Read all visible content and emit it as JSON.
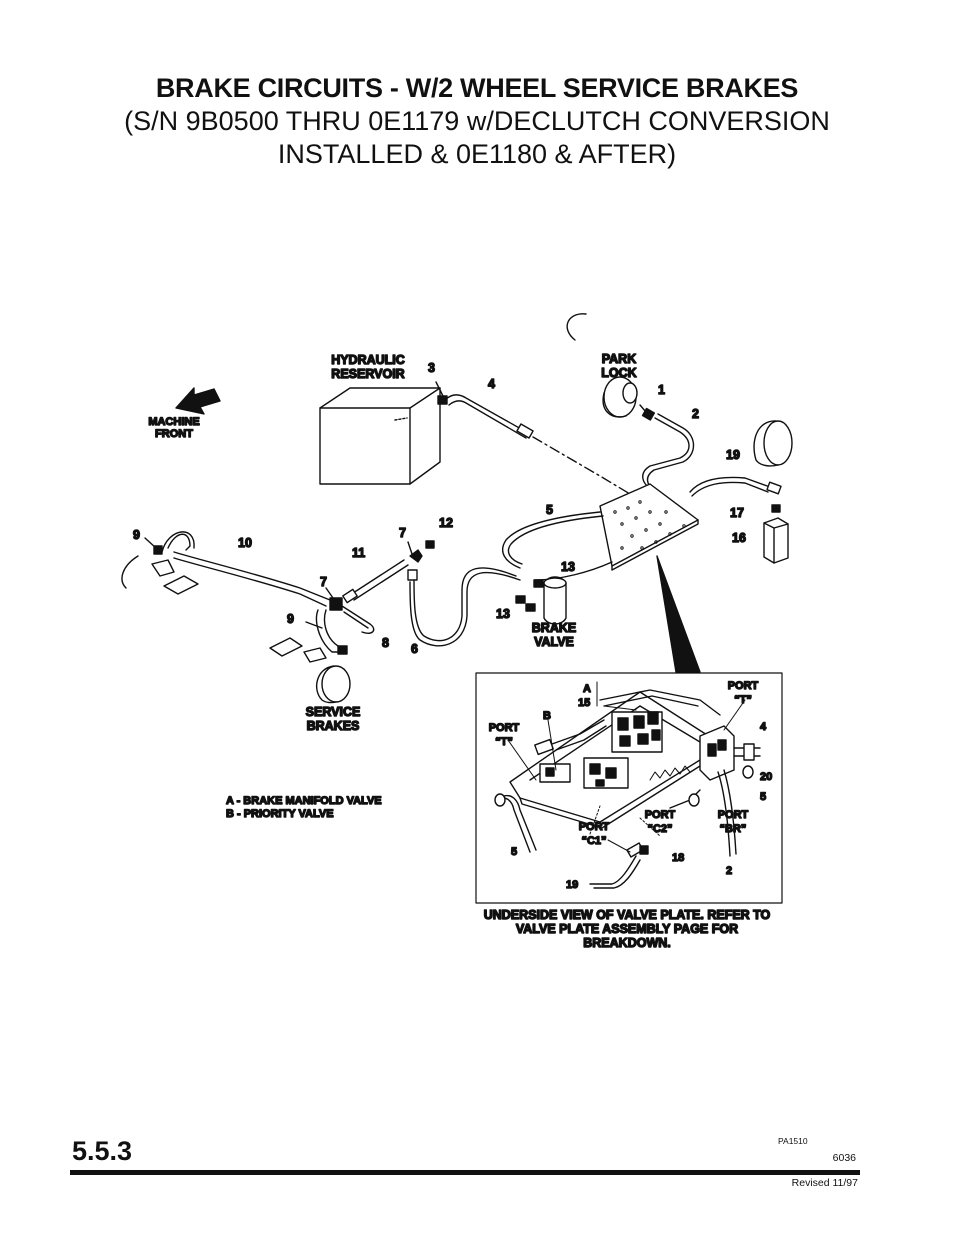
{
  "title": {
    "line1": "BRAKE CIRCUITS - W/2 WHEEL SERVICE BRAKES",
    "line2": "(S/N 9B0500 THRU 0E1179 w/DECLUTCH CONVERSION",
    "line3": "INSTALLED & 0E1180 & AFTER)"
  },
  "labels": {
    "hydraulic_reservoir": [
      "HYDRAULIC",
      "RESERVOIR"
    ],
    "park_lock": [
      "PARK",
      "LOCK"
    ],
    "machine_front": [
      "MACHINE",
      "FRONT"
    ],
    "service_brakes": [
      "SERVICE",
      "BRAKES"
    ],
    "brake_valve": [
      "BRAKE",
      "VALVE"
    ]
  },
  "callouts": {
    "c1": "1",
    "c2": "2",
    "c3": "3",
    "c4": "4",
    "c5": "5",
    "c6": "6",
    "c7a": "7",
    "c7b": "7",
    "c8": "8",
    "c9a": "9",
    "c9b": "9",
    "c10": "10",
    "c11": "11",
    "c12": "12",
    "c13a": "13",
    "c13b": "13",
    "c16": "16",
    "c17": "17",
    "c19": "19"
  },
  "inset": {
    "A": "A",
    "B": "B",
    "c15": "15",
    "c4": "4",
    "c20": "20",
    "c5a": "5",
    "c5b": "5",
    "c18": "18",
    "c19": "19",
    "c2": "2",
    "port": "PORT",
    "t_left": "“T”",
    "t_right": "“T”",
    "c1": "“C1”",
    "c2p": "“C2”",
    "br": "“BR”"
  },
  "legend": {
    "a": "A - BRAKE MANIFOLD VALVE",
    "b": "B - PRIORITY VALVE"
  },
  "caption": [
    "UNDERSIDE VIEW OF VALVE PLATE. REFER TO",
    "VALVE PLATE ASSEMBLY PAGE FOR",
    "BREAKDOWN."
  ],
  "footer": {
    "page_number": "5.5.3",
    "figure_code": "PA1510",
    "doc_number": "6036",
    "revised": "Revised 11/97"
  }
}
